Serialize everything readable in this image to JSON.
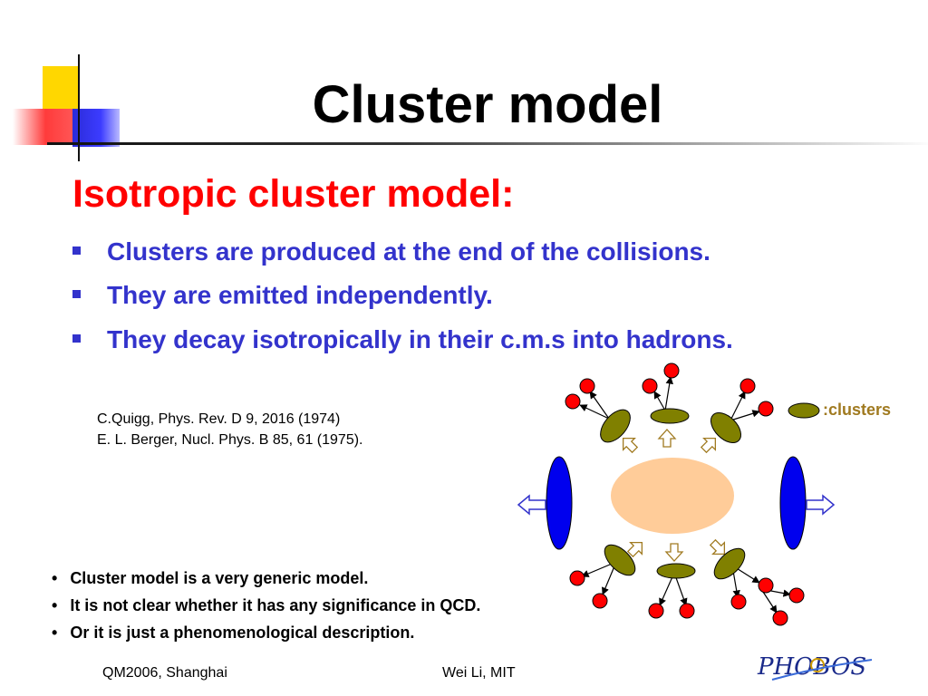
{
  "slide": {
    "title": "Cluster model",
    "subtitle": "Isotropic cluster model:",
    "bullets": [
      "Clusters are produced at the end of the collisions.",
      "They are emitted independently.",
      "They decay isotropically in their c.m.s into hadrons."
    ],
    "references": [
      "C.Quigg, Phys. Rev. D 9, 2016 (1974)",
      "E. L. Berger, Nucl. Phys. B 85, 61 (1975)."
    ],
    "notes": [
      "Cluster model is a very generic model.",
      "It is not clear whether it has any significance in QCD.",
      "Or it is just a phenomenological description."
    ],
    "note_bullet": "•",
    "footer_left": "QM2006, Shanghai",
    "footer_center": "Wei Li, MIT"
  },
  "diagram": {
    "legend_label": ":clusters",
    "colors": {
      "cluster": "#808000",
      "hadron": "#ff0000",
      "nucleus": "#0000ee",
      "fireball": "#ffcc99",
      "arrow": "#3333cc",
      "small_arrow": "#a07a20"
    }
  },
  "logo": {
    "text": "PHOBOS"
  }
}
